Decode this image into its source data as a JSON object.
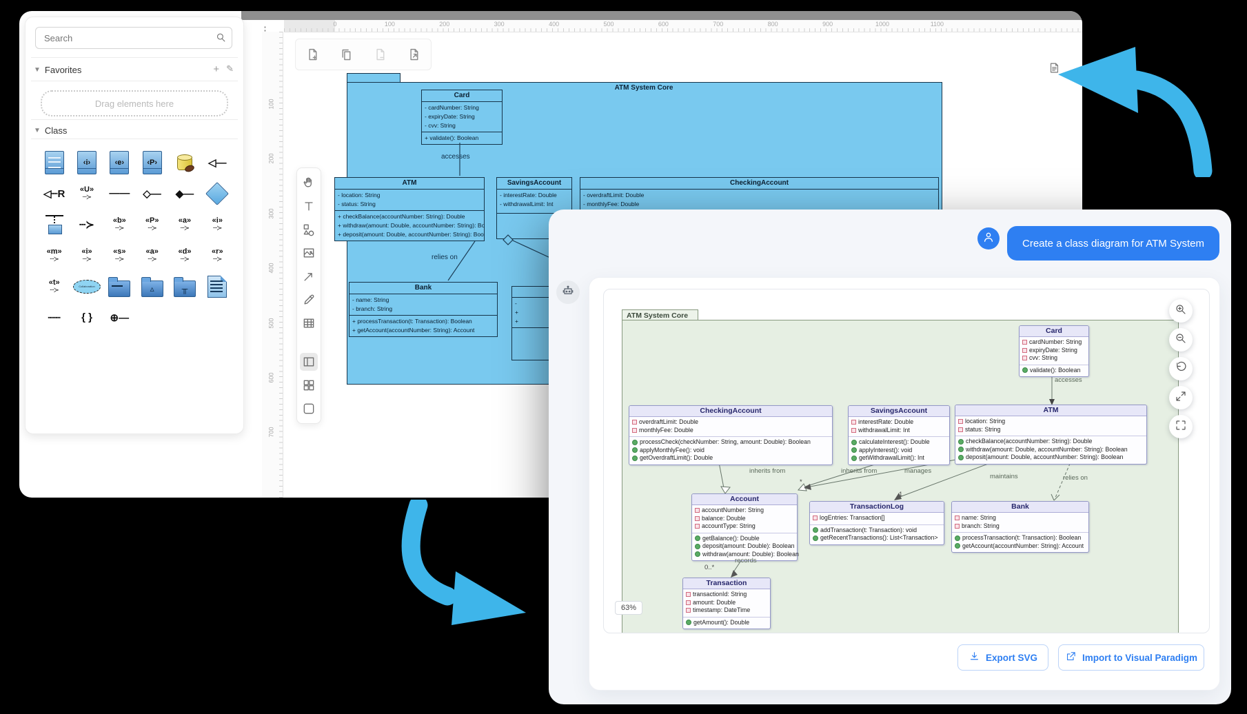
{
  "app": {
    "palette": {
      "menu_icon": "kebab-menu",
      "search": {
        "placeholder": "Search"
      },
      "favorites": {
        "label": "Favorites",
        "dropzone": "Drag elements here"
      },
      "class_section": {
        "label": "Class"
      },
      "icons": [
        {
          "name": "class-shape",
          "kind": "bluebox-lines"
        },
        {
          "name": "interface-shape",
          "kind": "bluebox",
          "glyph": "‹i›"
        },
        {
          "name": "enumeration-shape",
          "kind": "bluebox",
          "glyph": "‹e›"
        },
        {
          "name": "primitive-shape",
          "kind": "bluebox",
          "glyph": "‹P›"
        },
        {
          "name": "database-shape",
          "kind": "db"
        },
        {
          "name": "generalization",
          "kind": "glyph",
          "glyph": "◁—"
        },
        {
          "name": "realization",
          "kind": "glyph",
          "glyph": "◁┈R"
        },
        {
          "name": "usage-dependency",
          "kind": "stack",
          "glyph": "«U»",
          "glyph2": "┄≻"
        },
        {
          "name": "association",
          "kind": "glyph",
          "glyph": "——"
        },
        {
          "name": "aggregation",
          "kind": "glyph",
          "glyph": "◇—"
        },
        {
          "name": "composition",
          "kind": "glyph",
          "glyph": "◆—"
        },
        {
          "name": "nary-association",
          "kind": "diamond"
        },
        {
          "name": "containment",
          "kind": "anchor"
        },
        {
          "name": "dependency",
          "kind": "glyph",
          "glyph": "┄≻"
        },
        {
          "name": "stereotype-b-dependency",
          "kind": "stack",
          "glyph": "«b»",
          "glyph2": "┄≻"
        },
        {
          "name": "stereotype-p-dependency",
          "kind": "stack",
          "glyph": "«P»",
          "glyph2": "┄≻"
        },
        {
          "name": "stereotype-a-dependency",
          "kind": "stack",
          "glyph": "«a»",
          "glyph2": "┄≻"
        },
        {
          "name": "stereotype-i-dependency",
          "kind": "stack",
          "glyph": "«i»",
          "glyph2": "┄≻"
        },
        {
          "name": "stereotype-m-dependency",
          "kind": "stack",
          "glyph": "«m»",
          "glyph2": "┄≻"
        },
        {
          "name": "stereotype-i2-dependency",
          "kind": "stack",
          "glyph": "«i»",
          "glyph2": "┄≻"
        },
        {
          "name": "stereotype-s-dependency",
          "kind": "stack",
          "glyph": "«s»",
          "glyph2": "┄≻"
        },
        {
          "name": "stereotype-a2-dependency",
          "kind": "stack",
          "glyph": "«a»",
          "glyph2": "┄≻"
        },
        {
          "name": "stereotype-d-dependency",
          "kind": "stack",
          "glyph": "«d»",
          "glyph2": "┄≻"
        },
        {
          "name": "stereotype-r-dependency",
          "kind": "stack",
          "glyph": "«r»",
          "glyph2": "┄≻"
        },
        {
          "name": "stereotype-t-dependency",
          "kind": "stack",
          "glyph": "«t»",
          "glyph2": "┄≻"
        },
        {
          "name": "collaboration",
          "kind": "ellipse",
          "label": "Collaboration"
        },
        {
          "name": "package-shape",
          "kind": "folder"
        },
        {
          "name": "model-shape",
          "kind": "folder-model",
          "glyph": "▵"
        },
        {
          "name": "subsystem-shape",
          "kind": "folder-subsystem",
          "glyph": "╥"
        },
        {
          "name": "note-shape",
          "kind": "doc"
        },
        {
          "name": "anchor-line",
          "kind": "glyph",
          "glyph": "┈┈"
        },
        {
          "name": "constraint",
          "kind": "glyph",
          "glyph": "{ }"
        },
        {
          "name": "containment-circle",
          "kind": "glyph",
          "glyph": "⊕—"
        }
      ]
    },
    "pages_toolbar": [
      {
        "name": "add-page",
        "disabled": false
      },
      {
        "name": "duplicate-page",
        "disabled": false
      },
      {
        "name": "remove-page",
        "disabled": true
      },
      {
        "name": "fit-page",
        "disabled": false
      }
    ],
    "tools": [
      "hand",
      "text",
      "shapes",
      "image",
      "connector",
      "pencil",
      "table"
    ],
    "tools2": [
      "panel",
      "widgets",
      "shape"
    ],
    "h_ruler": [
      "0",
      "100",
      "200",
      "300",
      "400",
      "500",
      "600",
      "700",
      "800",
      "900",
      "1000",
      "1100"
    ],
    "v_ruler": [
      "100",
      "200",
      "300",
      "400",
      "500",
      "600",
      "700"
    ],
    "diagram": {
      "package": "ATM System Core",
      "labels": {
        "accesses": "accesses",
        "relies_on": "relies on"
      },
      "partial_rows": [
        "-",
        "+",
        "+"
      ],
      "classes": [
        {
          "title": "Card",
          "attrs": [
            "- cardNumber: String",
            "- expiryDate: String",
            "- cvv: String"
          ],
          "ops": [
            "+ validate(): Boolean"
          ]
        },
        {
          "title": "ATM",
          "attrs": [
            "- location: String",
            "- status: String"
          ],
          "ops": [
            "+ checkBalance(accountNumber: String): Double",
            "+ withdraw(amount: Double, accountNumber: String): Boolean",
            "+ deposit(amount: Double, accountNumber: String): Boolean"
          ]
        },
        {
          "title": "SavingsAccount",
          "attrs": [
            "- interestRate: Double",
            "- withdrawalLimit: Int"
          ],
          "ops": []
        },
        {
          "title": "CheckingAccount",
          "attrs": [
            "- overdraftLimit: Double",
            "- monthlyFee: Double"
          ],
          "ops": []
        },
        {
          "title": "Bank",
          "attrs": [
            "- name: String",
            "- branch: String"
          ],
          "ops": [
            "+ processTransaction(t: Transaction): Boolean",
            "+ getAccount(accountNumber: String): Account"
          ]
        }
      ]
    }
  },
  "assistant": {
    "user_message": "Create a class diagram for ATM System",
    "zoom_level": "63%",
    "viewer_controls": [
      "zoom-in",
      "zoom-out",
      "reset-view",
      "expand",
      "fit-screen"
    ],
    "actions": {
      "export": "Export SVG",
      "import": "Import to Visual Paradigm"
    },
    "diagram": {
      "package": "ATM System Core",
      "labels": {
        "accesses": "accesses",
        "inherits_from_1": "inherits from",
        "inherits_from_2": "inherits from",
        "manages": "manages",
        "maintains": "maintains",
        "relies_on": "relies on",
        "records": "records"
      },
      "multiplicities": {
        "one": "1",
        "many": "*",
        "zero_many": "0..*"
      },
      "classes": [
        {
          "title": "Card",
          "attrs": [
            "cardNumber: String",
            "expiryDate: String",
            "cvv: String"
          ],
          "ops": [
            "validate(): Boolean"
          ]
        },
        {
          "title": "CheckingAccount",
          "attrs": [
            "overdraftLimit: Double",
            "monthlyFee: Double"
          ],
          "ops": [
            "processCheck(checkNumber: String, amount: Double): Boolean",
            "applyMonthlyFee(): void",
            "getOverdraftLimit(): Double"
          ]
        },
        {
          "title": "SavingsAccount",
          "attrs": [
            "interestRate: Double",
            "withdrawalLimit: Int"
          ],
          "ops": [
            "calculateInterest(): Double",
            "applyInterest(): void",
            "getWithdrawalLimit(): Int"
          ]
        },
        {
          "title": "ATM",
          "attrs": [
            "location: String",
            "status: String"
          ],
          "ops": [
            "checkBalance(accountNumber: String): Double",
            "withdraw(amount: Double, accountNumber: String): Boolean",
            "deposit(amount: Double, accountNumber: String): Boolean"
          ]
        },
        {
          "title": "Account",
          "attrs": [
            "accountNumber: String",
            "balance: Double",
            "accountType: String"
          ],
          "ops": [
            "getBalance(): Double",
            "deposit(amount: Double): Boolean",
            "withdraw(amount: Double): Boolean"
          ]
        },
        {
          "title": "TransactionLog",
          "attrs": [
            "logEntries: Transaction[]"
          ],
          "ops": [
            "addTransaction(t: Transaction): void",
            "getRecentTransactions(): List<Transaction>"
          ]
        },
        {
          "title": "Bank",
          "attrs": [
            "name: String",
            "branch: String"
          ],
          "ops": [
            "processTransaction(t: Transaction): Boolean",
            "getAccount(accountNumber: String): Account"
          ]
        },
        {
          "title": "Transaction",
          "attrs": [
            "transactionId: String",
            "amount: Double",
            "timestamp: DateTime"
          ],
          "ops": [
            "getAmount(): Double"
          ]
        }
      ]
    }
  },
  "colors": {
    "canvas_shape": "#79C9EF",
    "accent": "#2E7FF2",
    "deco_arrow": "#3EB5EA",
    "preview_package_fill": "#E6EFE3",
    "preview_class_header": "#E7E7F8"
  }
}
